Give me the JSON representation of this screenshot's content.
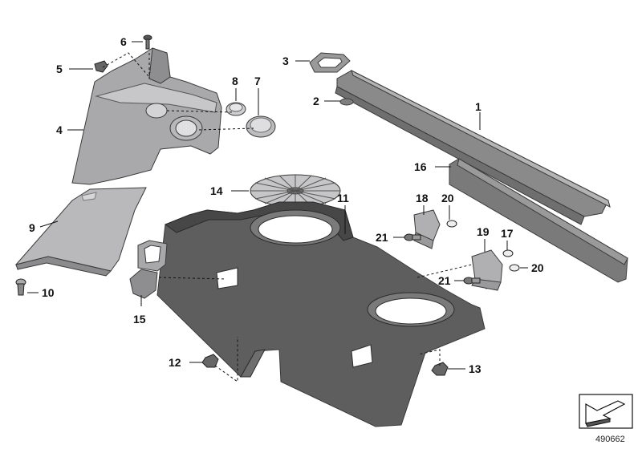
{
  "diagram": {
    "callouts": [
      {
        "id": "c1",
        "number": "1"
      },
      {
        "id": "c2",
        "number": "2"
      },
      {
        "id": "c3",
        "number": "3"
      },
      {
        "id": "c4",
        "number": "4"
      },
      {
        "id": "c5",
        "number": "5"
      },
      {
        "id": "c6",
        "number": "6"
      },
      {
        "id": "c7",
        "number": "7"
      },
      {
        "id": "c8",
        "number": "8"
      },
      {
        "id": "c9",
        "number": "9"
      },
      {
        "id": "c10",
        "number": "10"
      },
      {
        "id": "c11",
        "number": "11"
      },
      {
        "id": "c12",
        "number": "12"
      },
      {
        "id": "c13",
        "number": "13"
      },
      {
        "id": "c14",
        "number": "14"
      },
      {
        "id": "c15",
        "number": "15"
      },
      {
        "id": "c16",
        "number": "16"
      },
      {
        "id": "c17",
        "number": "17"
      },
      {
        "id": "c18",
        "number": "18"
      },
      {
        "id": "c19",
        "number": "19"
      },
      {
        "id": "c20a",
        "number": "20"
      },
      {
        "id": "c20b",
        "number": "20"
      },
      {
        "id": "c21a",
        "number": "21"
      },
      {
        "id": "c21b",
        "number": "21"
      }
    ],
    "reference_number": "490662",
    "colors": {
      "part_dark": "#5b5b5b",
      "part_medium": "#8c8c8c",
      "part_light": "#c4c4c6",
      "line": "#111111"
    }
  }
}
